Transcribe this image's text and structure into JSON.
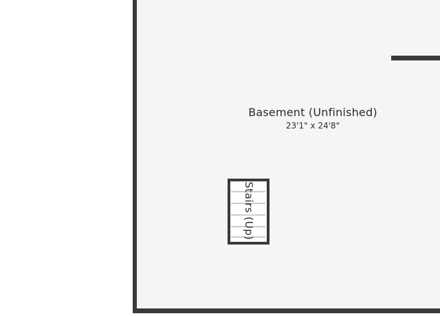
{
  "room": {
    "name": "Basement (Unfinished)",
    "dimensions": "23'1\" x 24'8\""
  },
  "stairs": {
    "label": "Stairs (Up)"
  },
  "colors": {
    "wall": "#3a3a3a",
    "floor": "#f5f5f5",
    "background": "#ffffff",
    "stair_tread": "#9a9a9a",
    "text": "#2b2b2b"
  }
}
